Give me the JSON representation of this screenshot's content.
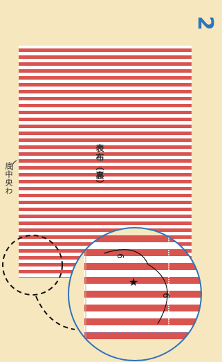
{
  "step_number": "2",
  "labels": {
    "fabric": "表布（裏）",
    "bottom_center": "底中央わ"
  },
  "dimensions": {
    "top": "6",
    "right": "6"
  },
  "colors": {
    "background": "#f6e7bf",
    "stripe_red": "#d9544f",
    "stripe_white": "#ffffff",
    "accent_blue": "#2f73b8"
  },
  "icons": [
    "star-icon"
  ]
}
